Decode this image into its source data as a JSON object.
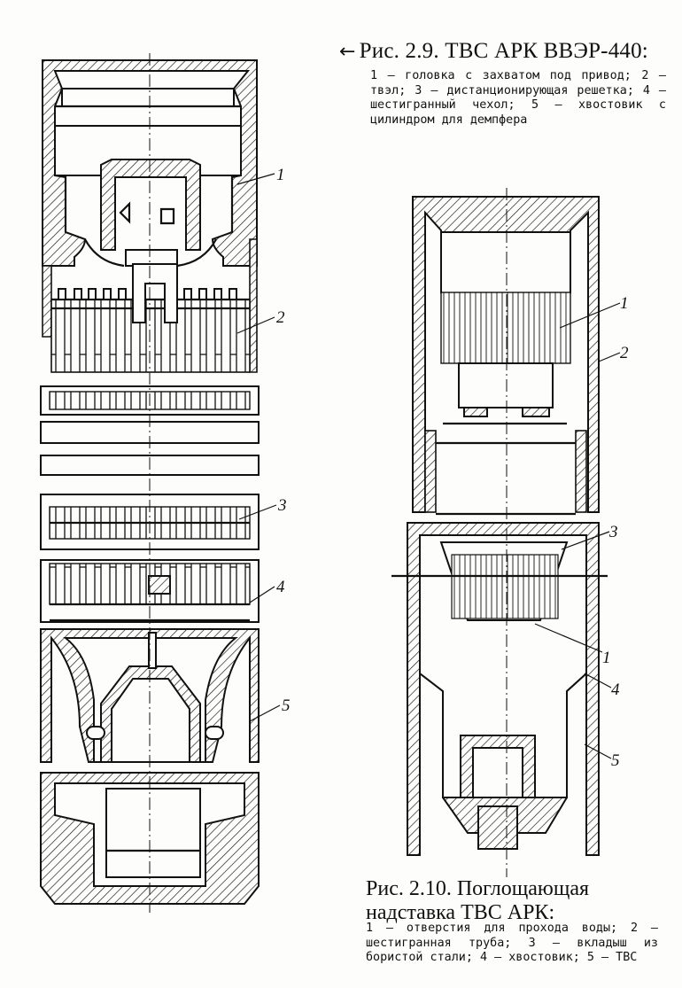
{
  "figure_2_9": {
    "arrow": "←",
    "title": "Рис. 2.9. ТВС АРК ВВЭР-440:",
    "caption": "1 — головка с захватом под привод; 2 — твэл; 3 — дистанционирующая решетка; 4 — шестигранный чехол; 5 — хвостовик с цилиндром для демпфера",
    "callouts": [
      "1",
      "2",
      "3",
      "4",
      "5"
    ]
  },
  "figure_2_10": {
    "title": "Рис. 2.10. Поглощающая надставка ТВС АРК:",
    "caption": "1 — отверстия для прохода воды; 2 — шестигранная труба; 3 — вкладыш из бористой стали; 4 — хвостовик; 5 — ТВС",
    "callouts": [
      "1",
      "2",
      "3",
      "1",
      "4",
      "5"
    ]
  },
  "colors": {
    "ink": "#111111",
    "paper": "#fdfdfb"
  }
}
